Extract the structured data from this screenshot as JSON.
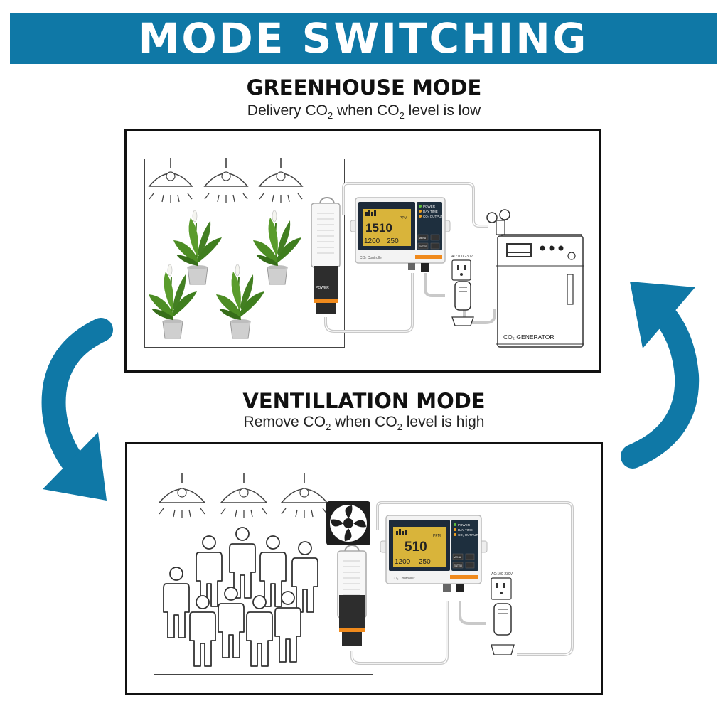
{
  "header": {
    "title": "MODE SWITCHING"
  },
  "greenhouse": {
    "title": "GREENHOUSE MODE",
    "subtitle_parts": [
      "Delivery CO",
      "2",
      " when CO",
      "2",
      " level is low"
    ],
    "controller": {
      "reading_main": "1510",
      "reading_unit": "PPM",
      "reading_small_left": "1200",
      "reading_small_right": "250",
      "indicator_power": "POWER",
      "indicator_day": "DAY TIME",
      "indicator_output": "CO₂ OUTPUT",
      "brand": "CO₂ Controller",
      "key_menu": "MENU",
      "key_enter": "ENTER"
    },
    "outlet_label": "AC:100-230V",
    "generator_label": "CO₂ GENERATOR",
    "sensor_label": "POWER"
  },
  "ventilation": {
    "title": "VENTILLATION MODE",
    "subtitle_parts": [
      "Remove CO",
      "2",
      " when CO",
      "2",
      " level is high"
    ],
    "controller": {
      "reading_main": "510",
      "reading_unit": "PPM",
      "reading_small_left": "1200",
      "reading_small_right": "250",
      "indicator_power": "POWER",
      "indicator_day": "DAY TIME",
      "indicator_output": "CO₂ OUTPUT",
      "brand": "CO₂ Controller",
      "key_menu": "MENU",
      "key_enter": "ENTER"
    },
    "outlet_label": "AC:100-230V"
  },
  "colors": {
    "accent": "#0f78a6",
    "display": "#d9b43a",
    "orange": "#f08a1c"
  },
  "icons": [
    "switch-arrow-down-icon",
    "switch-arrow-up-icon",
    "lamp-icon",
    "plant-icon",
    "person-icon",
    "fan-icon",
    "plug-icon",
    "outlet-icon"
  ]
}
